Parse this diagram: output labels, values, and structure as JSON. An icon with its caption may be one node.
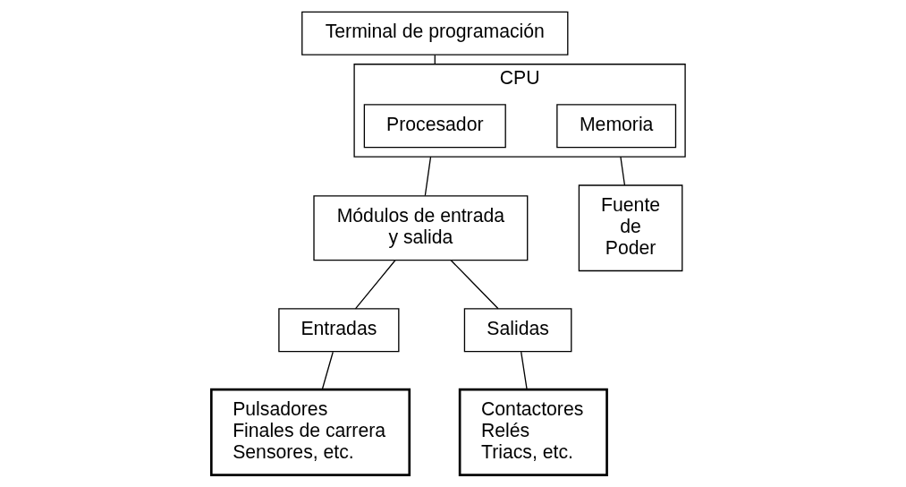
{
  "diagram": {
    "nodes": [
      {
        "text": [
          "Terminal de programación"
        ]
      },
      {
        "text": [
          "CPU"
        ]
      },
      {
        "text": [
          "Procesador"
        ],
        "in": 1
      },
      {
        "text": [
          "Memoria"
        ],
        "in": 1
      },
      {
        "text": [
          "Fuente de Poder"
        ]
      },
      {
        "text": [
          "Módulos de entrada y salida"
        ]
      },
      {
        "text": [
          "Entradas"
        ]
      },
      {
        "text": [
          "Salidas"
        ]
      },
      {
        "text": [
          "Pulsadores",
          "Finales de carrera",
          "Sensores, etc."
        ]
      },
      {
        "text": [
          "Contactores",
          "Relés",
          "Triacs, etc."
        ]
      }
    ],
    "edges": [
      {
        "from": 0,
        "to": 1,
        "arrow": "none"
      },
      {
        "from": 1,
        "to": 4,
        "arrow": "none"
      },
      {
        "from": 1,
        "to": 5,
        "arrow": "none"
      },
      {
        "from": 5,
        "to": 6,
        "arrow": "none"
      },
      {
        "from": 5,
        "to": 7,
        "arrow": "none"
      },
      {
        "from": 6,
        "to": 8,
        "arrow": "none"
      },
      {
        "from": 7,
        "to": 9,
        "arrow": "none"
      }
    ]
  }
}
